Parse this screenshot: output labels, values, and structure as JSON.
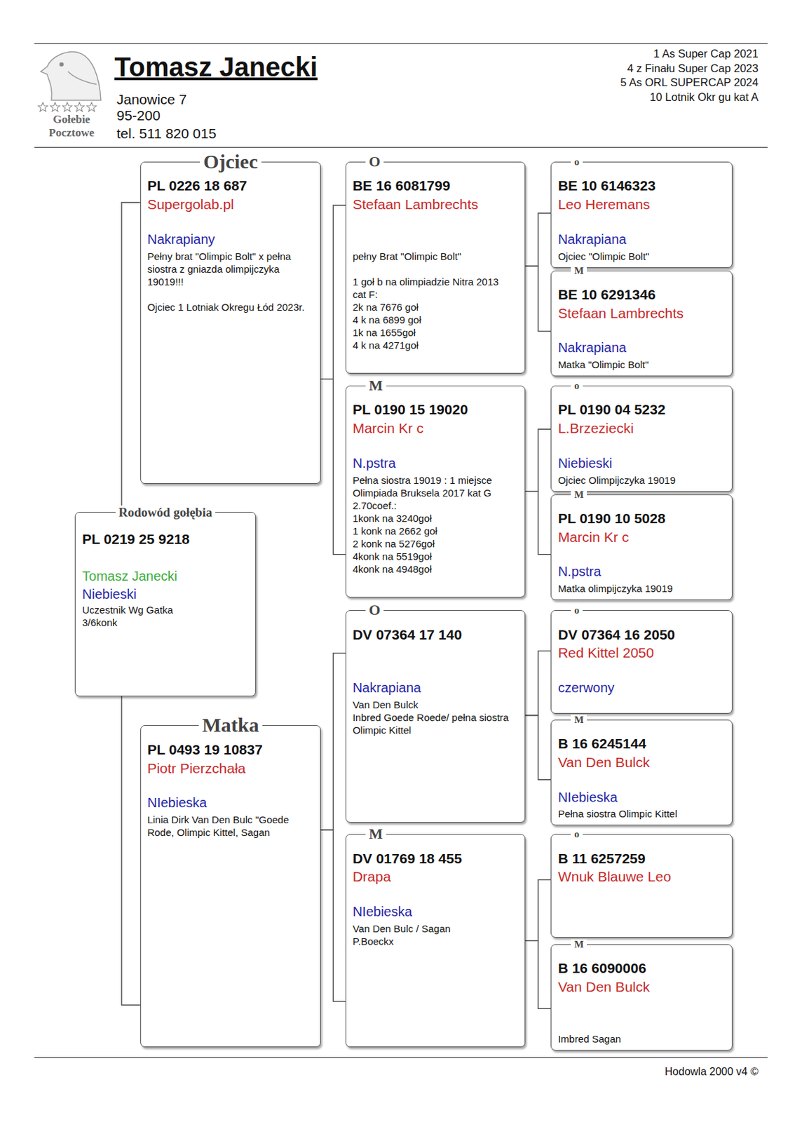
{
  "diagram": {
    "title": "Tomasz Janecki",
    "nodes": [
      {
        "text": [
          "Rodowód gołębia",
          "PL 0219 25 9218",
          "Tomasz Janecki",
          "Niebieski",
          "Uczestnik Wg Gatka",
          "3/6konk"
        ]
      },
      {
        "text": [
          "Ojciec",
          "PL 0226 18 687",
          "Supergolab.pl",
          "Nakrapiany",
          "Pełny brat \"Olimpic Bolt\" x pełna siostra z gniazda olimpijczyka 19019!!!",
          "Ojciec 1 Lotniak Okregu Łód 2023r."
        ]
      },
      {
        "text": [
          "Matka",
          "PL 0493 19 10837",
          "Piotr Pierzchała",
          "NIebieska",
          "Linia Dirk Van Den Bulc \"Goede Rode, Olimpic Kittel, Sagan"
        ]
      },
      {
        "text": [
          "O",
          "BE 16 6081799",
          "Stefaan Lambrechts",
          "pełny Brat \"Olimpic Bolt\"",
          "1 goł b na olimpiadzie Nitra 2013 cat F:",
          "2k na 7676 goł",
          "4 k na 6899 goł",
          "1k na 1655goł",
          "4 k na 4271goł"
        ]
      },
      {
        "text": [
          "M",
          "PL 0190 15 19020",
          "Marcin Kr c",
          "N.pstra",
          "Pełna siostra 19019 : 1 miejsce Olimpiada Bruksela 2017 kat G 2.70coef.:",
          "1konk na 3240goł",
          "1 konk na 2662 goł",
          "2 konk na 5276goł",
          "4konk na 5519goł",
          "4konk na 4948goł"
        ]
      },
      {
        "text": [
          "O",
          "DV 07364 17 140",
          "Nakrapiana",
          "Van Den Bulck",
          "Inbred Goede Roede/ pełna siostra Olimpic Kittel"
        ]
      },
      {
        "text": [
          "M",
          "DV 01769 18 455",
          "Drapa",
          "NIebieska",
          "Van Den Bulc / Sagan",
          "P.Boeckx"
        ]
      },
      {
        "text": [
          "o",
          "BE 10 6146323",
          "Leo Heremans",
          "Nakrapiana",
          "Ojciec \"Olimpic Bolt\""
        ]
      },
      {
        "text": [
          "M",
          "BE 10 6291346",
          "Stefaan Lambrechts",
          "Nakrapiana",
          "Matka \"Olimpic Bolt\""
        ]
      },
      {
        "text": [
          "o",
          "PL 0190 04 5232",
          "L.Brzeziecki",
          "Niebieski",
          "Ojciec Olimpijczyka 19019"
        ]
      },
      {
        "text": [
          "M",
          "PL 0190 10 5028",
          "Marcin Kr c",
          "N.pstra",
          "Matka olimpijczyka 19019"
        ]
      },
      {
        "text": [
          "o",
          "DV 07364 16 2050",
          "Red Kittel 2050",
          "czerwony"
        ]
      },
      {
        "text": [
          "M",
          "B 16 6245144",
          "Van Den Bulck",
          "NIebieska",
          "Pełna siostra Olimpic Kittel"
        ]
      },
      {
        "text": [
          "o",
          "B 11 6257259",
          "Wnuk Blauwe Leo"
        ]
      },
      {
        "text": [
          "M",
          "B 16 6090006",
          "Van Den Bulck",
          "Imbred Sagan"
        ]
      }
    ],
    "edges": [
      {
        "from": 0,
        "to": 1,
        "arrow": "none"
      },
      {
        "from": 0,
        "to": 2,
        "arrow": "none"
      },
      {
        "from": 1,
        "to": 3,
        "arrow": "none"
      },
      {
        "from": 1,
        "to": 4,
        "arrow": "none"
      },
      {
        "from": 2,
        "to": 5,
        "arrow": "none"
      },
      {
        "from": 2,
        "to": 6,
        "arrow": "none"
      },
      {
        "from": 3,
        "to": 7,
        "arrow": "none"
      },
      {
        "from": 3,
        "to": 8,
        "arrow": "none"
      },
      {
        "from": 4,
        "to": 9,
        "arrow": "none"
      },
      {
        "from": 4,
        "to": 10,
        "arrow": "none"
      },
      {
        "from": 5,
        "to": 11,
        "arrow": "none"
      },
      {
        "from": 5,
        "to": 12,
        "arrow": "none"
      },
      {
        "from": 6,
        "to": 13,
        "arrow": "none"
      },
      {
        "from": 6,
        "to": 14,
        "arrow": "none"
      }
    ],
    "labels": [
      "Janowice 7",
      "95-200",
      "tel. 511 820 015",
      "1 As Super Cap 2021",
      "4 z Finału Super Cap 2023",
      "5 As ORL SUPERCAP 2024",
      "10 Lotnik Okr gu kat A",
      "Gołebie",
      "Pocztowe",
      "Hodowla 2000 v4 ©"
    ]
  }
}
